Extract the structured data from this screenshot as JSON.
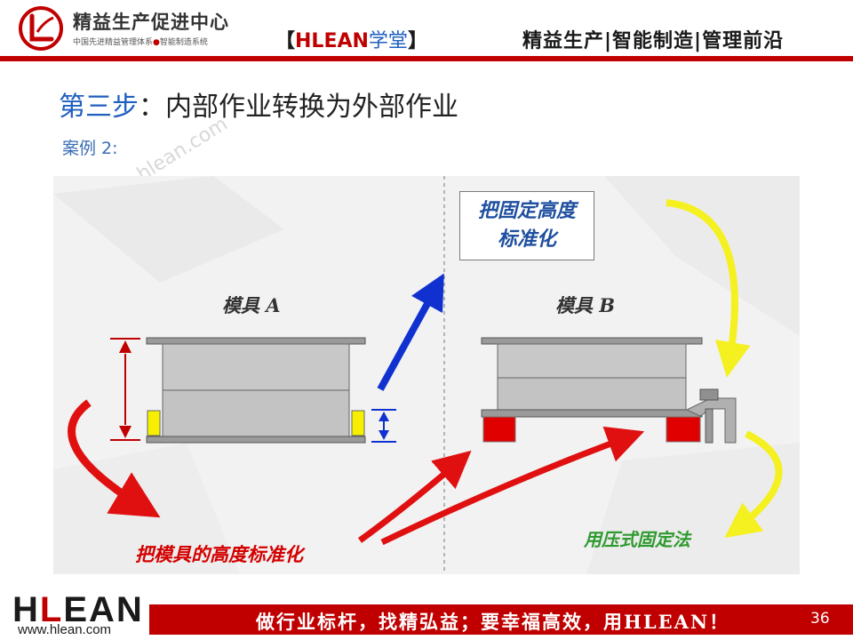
{
  "header": {
    "logo_title": "精益生产促进中心",
    "logo_subtitle_left": "中国先进精益管理体系",
    "logo_subtitle_dot": "●",
    "logo_subtitle_right": "智能制造系统",
    "brand_bracket_open": "【",
    "brand_hlean": "HLEAN",
    "brand_xuetang": "学堂",
    "brand_bracket_close": "】",
    "slogan": "精益生产|智能制造|管理前沿"
  },
  "slide": {
    "title_step": "第三步",
    "title_rest": "：内部作业转换为外部作业",
    "case_label": "案例 2:",
    "watermark": "hlean.com"
  },
  "figure": {
    "mold_a_label": "模具 A",
    "mold_b_label": "模具 B",
    "standardize_line1": "把固定高度",
    "standardize_line2": "标准化",
    "red_caption": "把模具的高度标准化",
    "green_caption": "用压式固定法"
  },
  "footer": {
    "logo_h": "H",
    "logo_l": "L",
    "logo_e": "E",
    "logo_a": "A",
    "logo_n": "N",
    "url": "www.hlean.com",
    "slogan": "做行业标杆，找精弘益；要幸福高效，用HLEAN！",
    "page_number": "36"
  },
  "colors": {
    "accent_red": "#c00000",
    "title_blue": "#1f5fbf",
    "arrow_red": "#e01010",
    "arrow_blue": "#1030d0",
    "arrow_yellow": "#f5f020"
  }
}
